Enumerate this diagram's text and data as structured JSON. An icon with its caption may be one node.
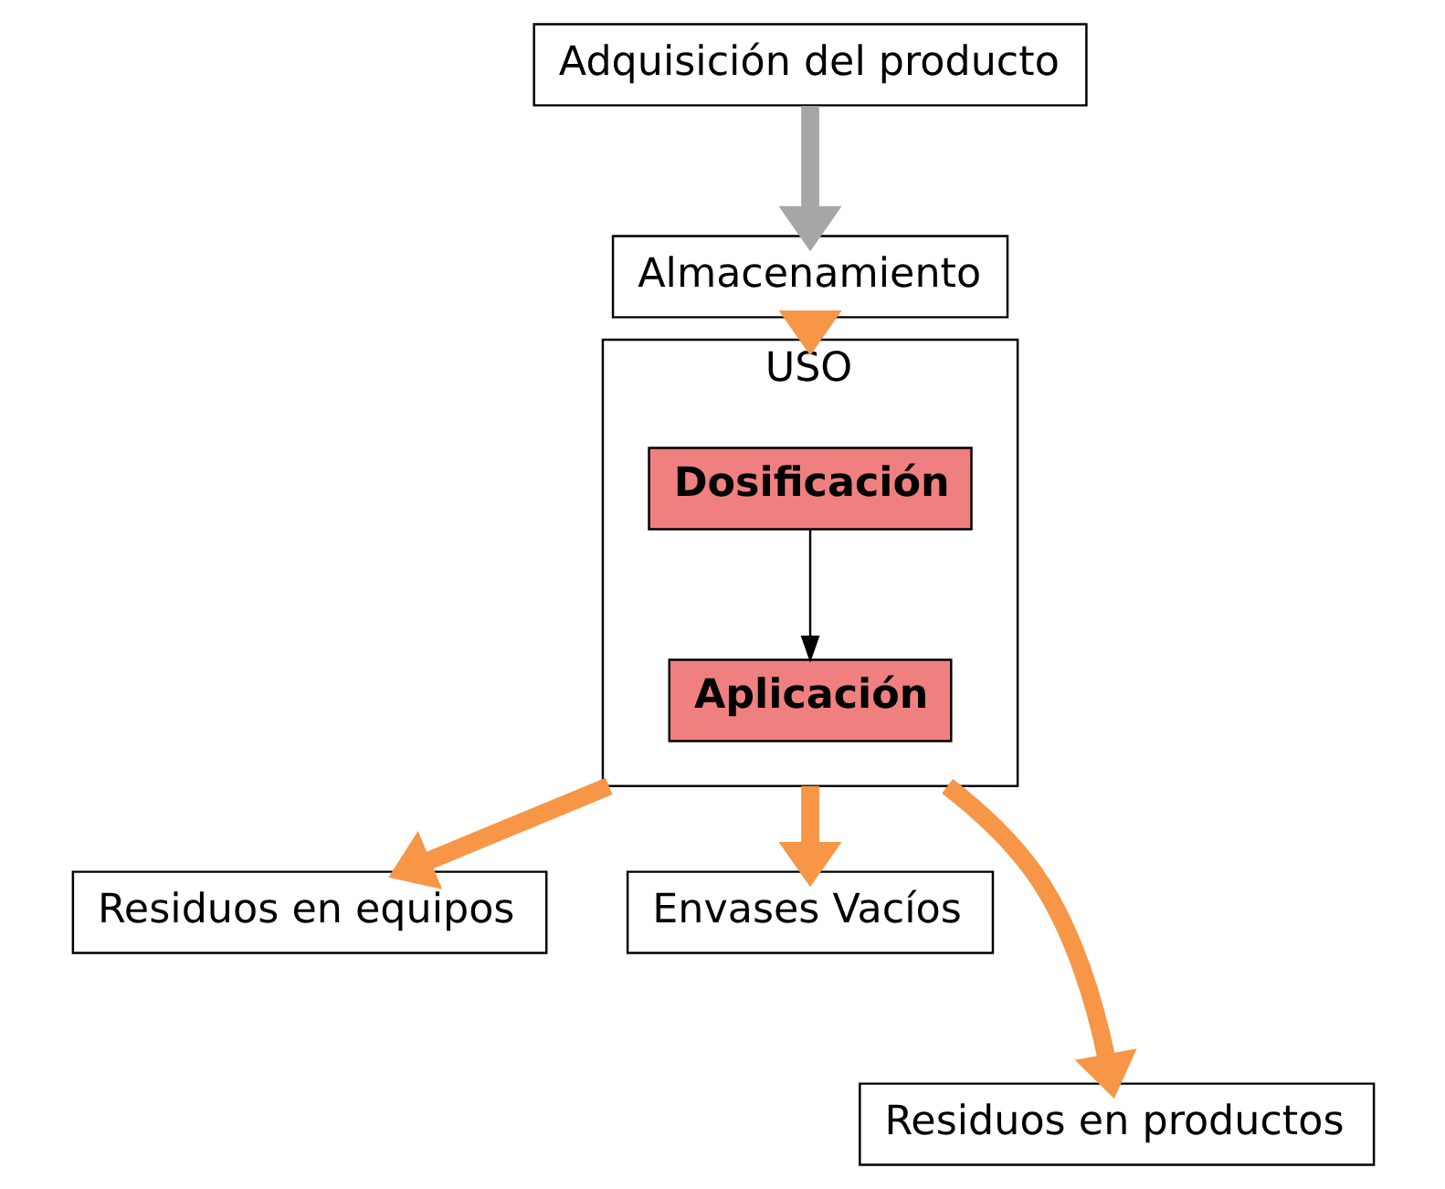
{
  "diagram": {
    "nodes": [
      {
        "text": [
          "Adquisición del producto"
        ]
      },
      {
        "text": [
          "Almacenamiento"
        ]
      },
      {
        "text": [
          "USO"
        ]
      },
      {
        "text": [
          "Dosificación"
        ],
        "in": 2
      },
      {
        "text": [
          "Aplicación"
        ],
        "in": 2
      },
      {
        "text": [
          "Residuos en equipos"
        ]
      },
      {
        "text": [
          "Envases Vacíos"
        ]
      },
      {
        "text": [
          "Residuos en productos"
        ]
      }
    ],
    "edges": [
      {
        "from": 0,
        "to": 1,
        "arrow": "to",
        "color": "#a6a6a6"
      },
      {
        "from": 1,
        "to": 2,
        "arrow": "to",
        "color": "#f79646"
      },
      {
        "from": 3,
        "to": 4,
        "arrow": "to",
        "color": "#000000"
      },
      {
        "from": 2,
        "to": 5,
        "arrow": "to",
        "color": "#f79646"
      },
      {
        "from": 2,
        "to": 6,
        "arrow": "to",
        "color": "#f79646"
      },
      {
        "from": 2,
        "to": 7,
        "arrow": "to",
        "color": "#f79646"
      }
    ]
  }
}
